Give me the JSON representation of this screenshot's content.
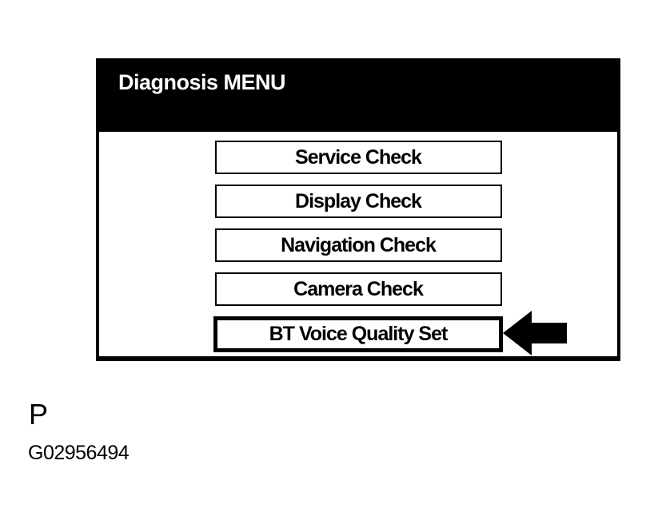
{
  "screen": {
    "title": "Diagnosis MENU",
    "buttons": [
      {
        "label": "Service Check",
        "selected": false
      },
      {
        "label": "Display Check",
        "selected": false
      },
      {
        "label": "Navigation Check",
        "selected": false
      },
      {
        "label": "Camera Check",
        "selected": false
      },
      {
        "label": "BT Voice Quality Set",
        "selected": true
      }
    ]
  },
  "pointer": {
    "icon": "arrow-left-icon",
    "points_to": "BT Voice Quality Set"
  },
  "footer": {
    "page_marker": "P",
    "figure_id": "G02956494"
  },
  "colors": {
    "header_bg": "#000000",
    "header_text": "#ffffff",
    "panel_bg": "#ffffff",
    "border": "#000000",
    "button_text": "#000000",
    "arrow": "#000000"
  }
}
